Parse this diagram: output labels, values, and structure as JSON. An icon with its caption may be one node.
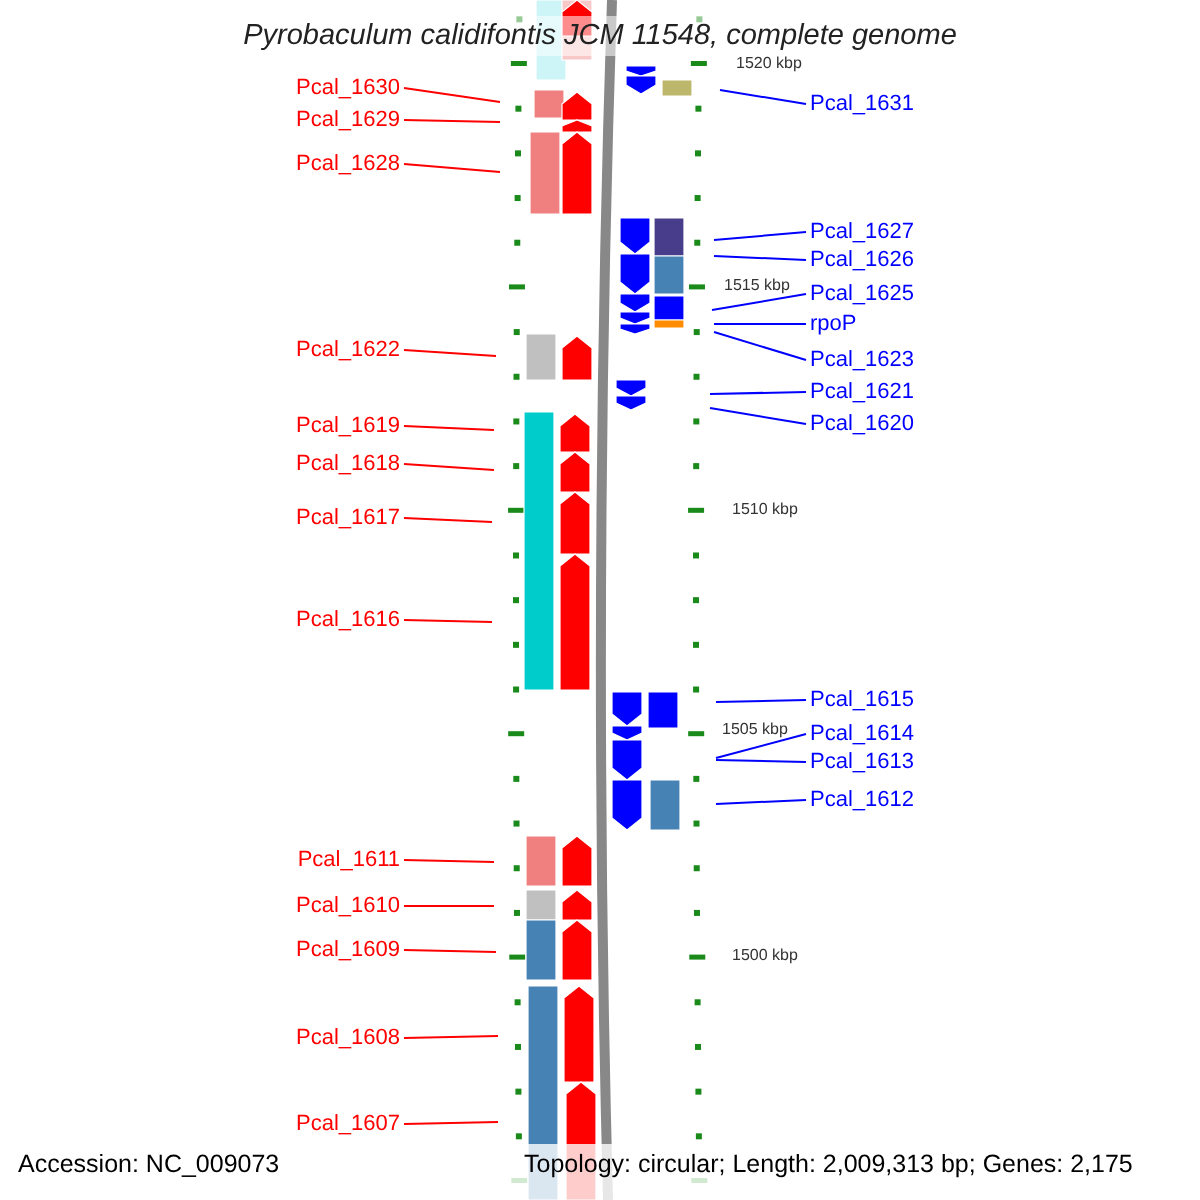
{
  "diagram": {
    "title": "Pyrobaculum calidifontis JCM 11548, complete genome",
    "nodes": [
      {
        "text": [
          "Pcal_1630"
        ]
      },
      {
        "text": [
          "Pcal_1631"
        ]
      },
      {
        "text": [
          "Pcal_1629"
        ]
      },
      {
        "text": [
          "Pcal_1628"
        ]
      },
      {
        "text": [
          "Pcal_1627"
        ]
      },
      {
        "text": [
          "Pcal_1626"
        ]
      },
      {
        "text": [
          "Pcal_1625"
        ]
      },
      {
        "text": [
          "rpoP"
        ]
      },
      {
        "text": [
          "Pcal_1622"
        ]
      },
      {
        "text": [
          "Pcal_1623"
        ]
      },
      {
        "text": [
          "Pcal_1621"
        ]
      },
      {
        "text": [
          "Pcal_1620"
        ]
      },
      {
        "text": [
          "Pcal_1619"
        ]
      },
      {
        "text": [
          "Pcal_1618"
        ]
      },
      {
        "text": [
          "Pcal_1617"
        ]
      },
      {
        "text": [
          "Pcal_1616"
        ]
      },
      {
        "text": [
          "Pcal_1615"
        ]
      },
      {
        "text": [
          "Pcal_1614"
        ]
      },
      {
        "text": [
          "Pcal_1613"
        ]
      },
      {
        "text": [
          "Pcal_1612"
        ]
      },
      {
        "text": [
          "Pcal_1611"
        ]
      },
      {
        "text": [
          "Pcal_1610"
        ]
      },
      {
        "text": [
          "Pcal_1609"
        ]
      },
      {
        "text": [
          "Pcal_1608"
        ]
      },
      {
        "text": [
          "Pcal_1607"
        ]
      }
    ],
    "edges": [
      {
        "from": 0,
        "to": null,
        "arrow": "none"
      },
      {
        "from": 1,
        "to": null,
        "arrow": "none",
        "color": "#0000ff"
      },
      {
        "from": 2,
        "to": null,
        "arrow": "none"
      },
      {
        "from": 3,
        "to": null,
        "arrow": "none"
      },
      {
        "from": 4,
        "to": null,
        "arrow": "none",
        "color": "#0000ff"
      },
      {
        "from": 5,
        "to": null,
        "arrow": "none",
        "color": "#0000ff"
      },
      {
        "from": 6,
        "to": null,
        "arrow": "none",
        "color": "#0000ff"
      },
      {
        "from": 7,
        "to": null,
        "arrow": "none",
        "color": "#0000ff"
      },
      {
        "from": 8,
        "to": null,
        "arrow": "none"
      },
      {
        "from": 9,
        "to": null,
        "arrow": "none",
        "color": "#0000ff"
      },
      {
        "from": 10,
        "to": null,
        "arrow": "none",
        "color": "#0000ff"
      },
      {
        "from": 11,
        "to": null,
        "arrow": "none",
        "color": "#0000ff"
      },
      {
        "from": 12,
        "to": null,
        "arrow": "none"
      },
      {
        "from": 13,
        "to": null,
        "arrow": "none"
      },
      {
        "from": 14,
        "to": null,
        "arrow": "none"
      },
      {
        "from": 15,
        "to": null,
        "arrow": "none"
      },
      {
        "from": 16,
        "to": null,
        "arrow": "none",
        "color": "#0000ff"
      },
      {
        "from": 17,
        "to": null,
        "arrow": "none",
        "color": "#0000ff"
      },
      {
        "from": 18,
        "to": null,
        "arrow": "none",
        "color": "#0000ff"
      },
      {
        "from": 19,
        "to": null,
        "arrow": "none",
        "color": "#0000ff"
      },
      {
        "from": 20,
        "to": null,
        "arrow": "none"
      },
      {
        "from": 21,
        "to": null,
        "arrow": "none"
      },
      {
        "from": 22,
        "to": null,
        "arrow": "none"
      },
      {
        "from": 23,
        "to": null,
        "arrow": "none"
      },
      {
        "from": 24,
        "to": null,
        "arrow": "none"
      }
    ],
    "labels": [
      "1520 kbp",
      "1515 kbp",
      "1510 kbp",
      "1505 kbp",
      "1500 kbp",
      "Accession: NC_009073",
      "Topology: circular; Length: 2,009,313 bp; Genes: 2,175"
    ]
  }
}
